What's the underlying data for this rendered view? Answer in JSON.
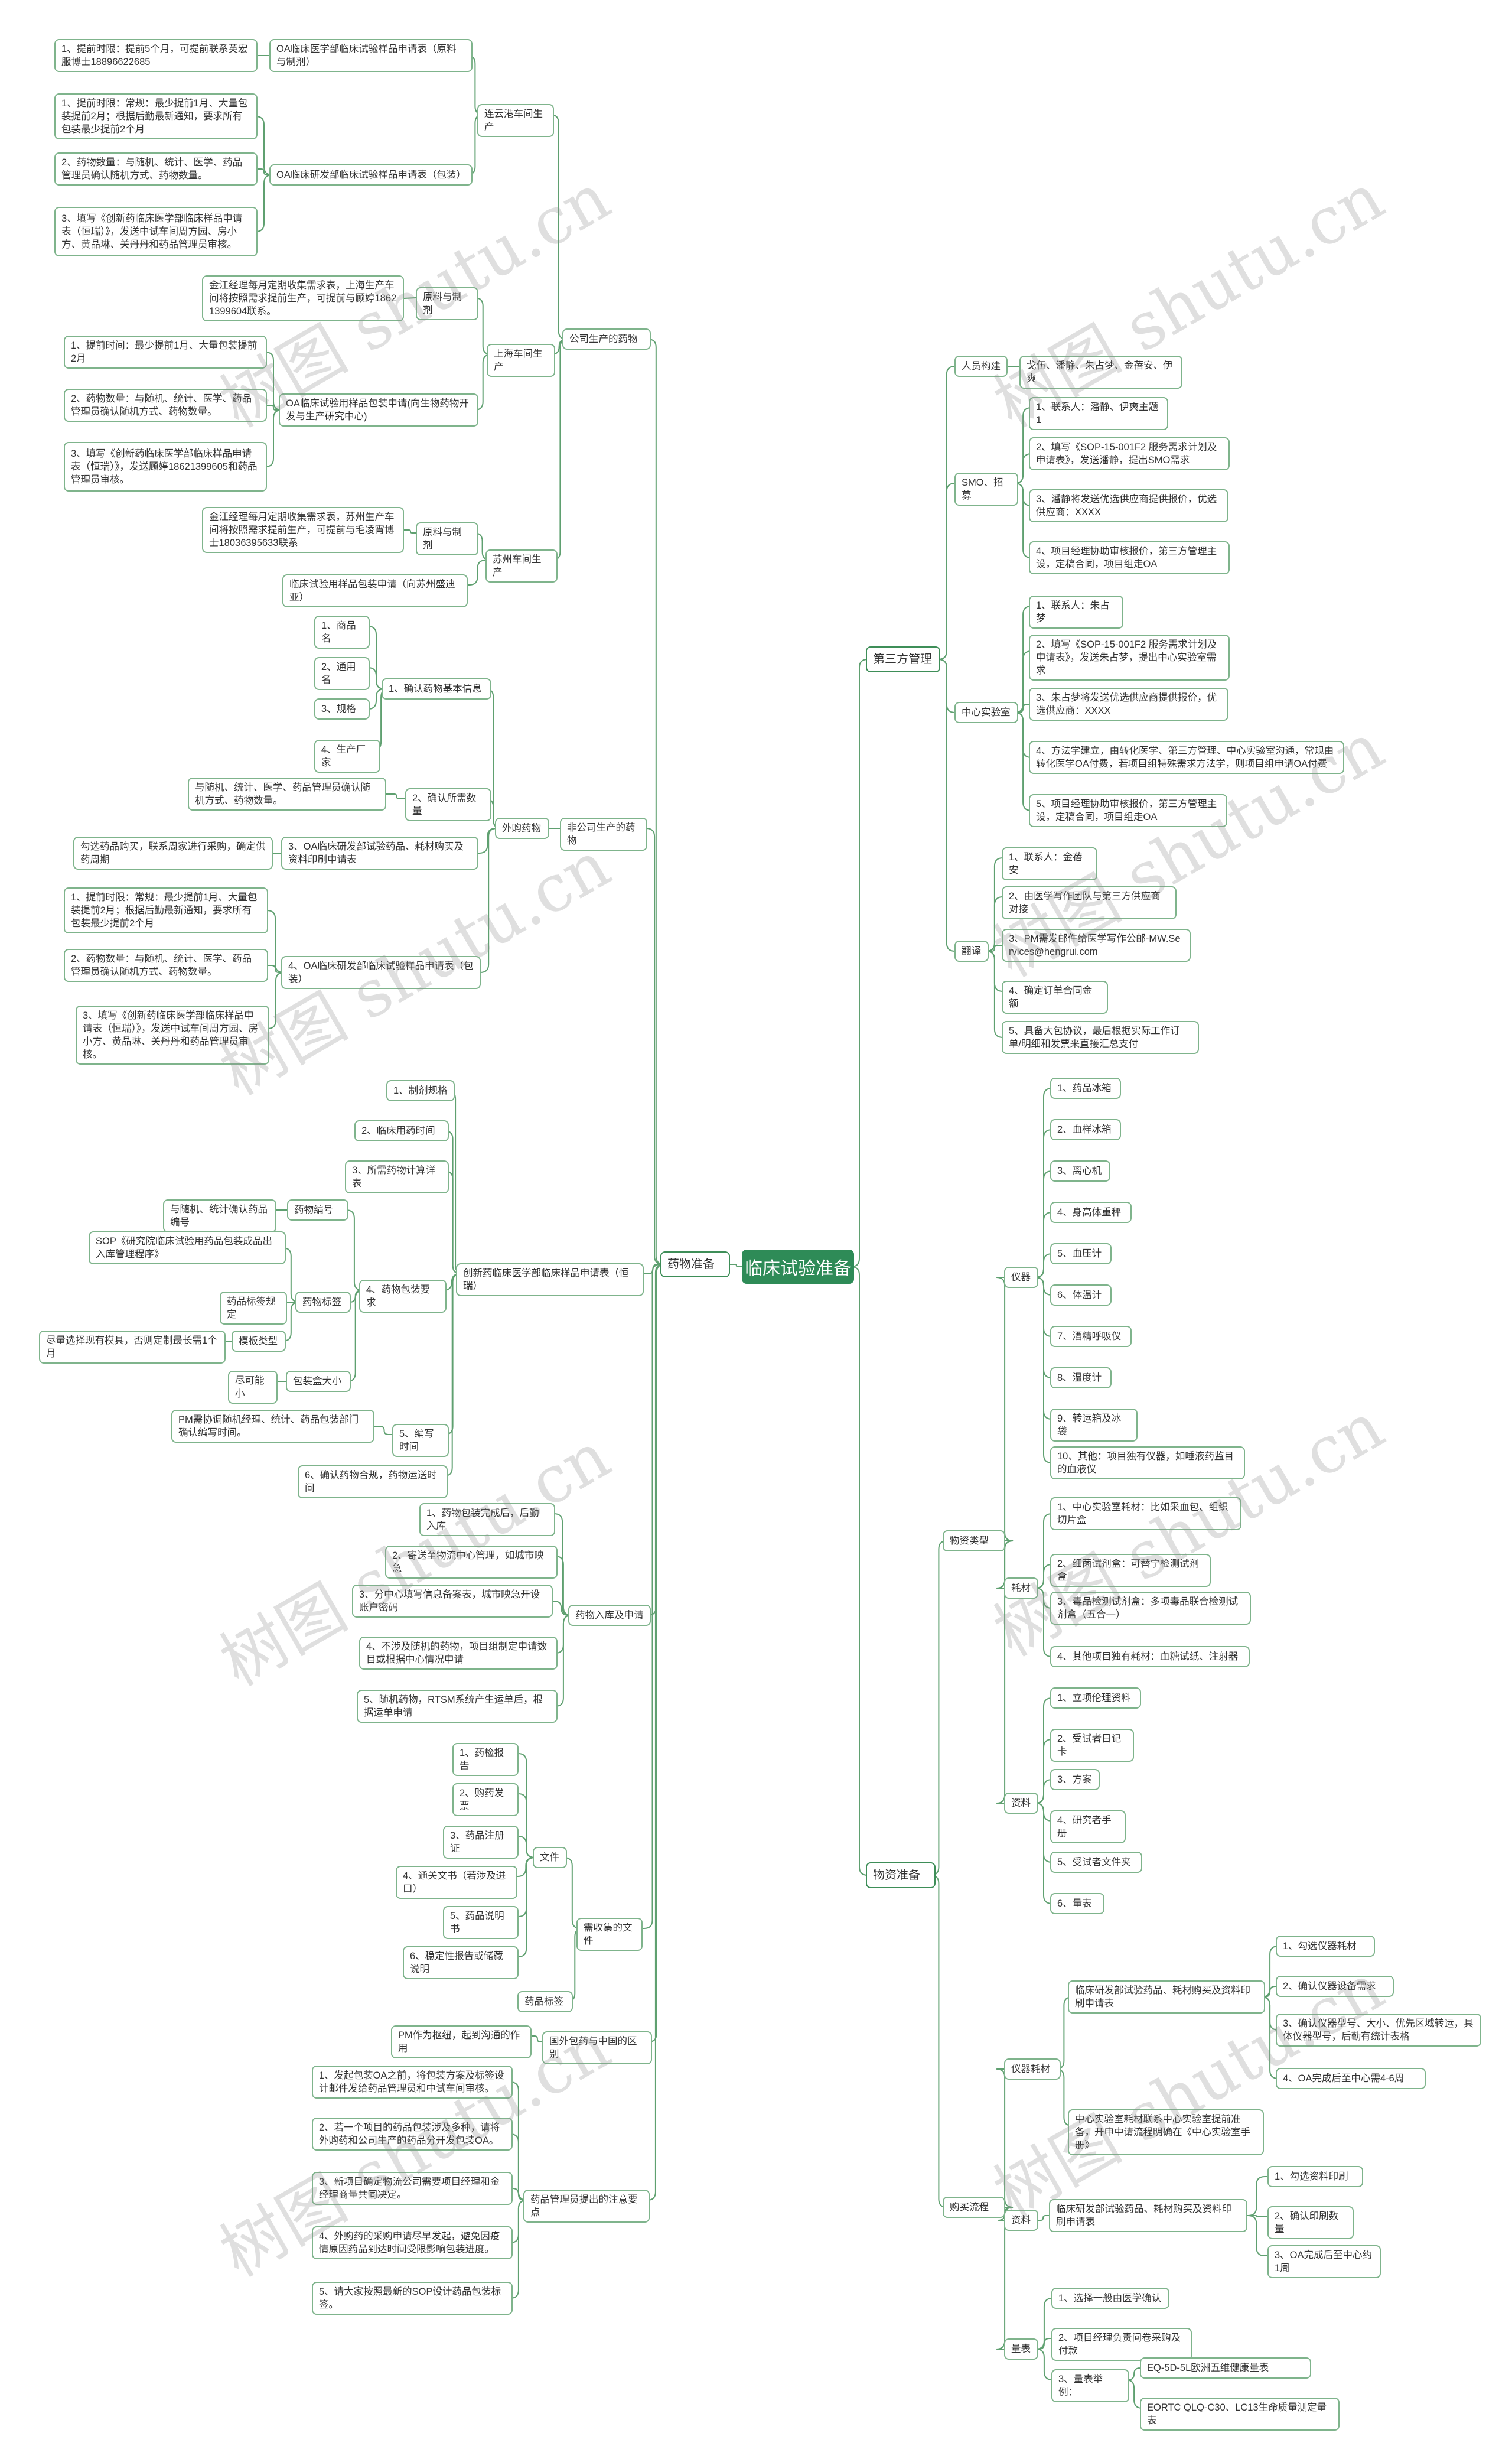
{
  "root": "临床试验准备",
  "watermark": "树图 shutu.cn",
  "nodes": [
    {
      "id": "wzzb",
      "text": "物资准备"
    },
    {
      "id": "dsf",
      "text": "第三方管理"
    },
    {
      "id": "ywzb",
      "text": "药物准备"
    },
    {
      "id": "rycg",
      "text": "人员构建"
    },
    {
      "id": "rycg_v",
      "text": "戈伍、潘静、朱占梦、金蓓安、伊爽"
    },
    {
      "id": "smo",
      "text": "SMO、招募"
    },
    {
      "id": "smo1",
      "text": "1、联系人：潘静、伊爽主题 1"
    },
    {
      "id": "smo2",
      "text": "2、填写《SOP-15-001F2 服务需求计划及申请表》，发送潘静，提出SMO需求"
    },
    {
      "id": "smo3",
      "text": "3、潘静将发送优选供应商提供报价，优选供应商：XXXX"
    },
    {
      "id": "smo4",
      "text": "4、项目经理协助审核报价，第三方管理主设，定稿合同，项目组走OA"
    },
    {
      "id": "zxsys",
      "text": "中心实验室"
    },
    {
      "id": "zx1",
      "text": "1、联系人：朱占梦"
    },
    {
      "id": "zx2",
      "text": "2、填写《SOP-15-001F2 服务需求计划及申请表》，发送朱占梦，提出中心实验室需求"
    },
    {
      "id": "zx3",
      "text": "3、朱占梦将发送优选供应商提供报价，优选供应商：XXXX"
    },
    {
      "id": "zx4",
      "text": "4、方法学建立，由转化医学、第三方管理、中心实验室沟通，常规由转化医学OA付费，若项目组特殊需求方法学，则项目组申请OA付费"
    },
    {
      "id": "zx5",
      "text": "5、项目经理协助审核报价，第三方管理主设，定稿合同，项目组走OA"
    },
    {
      "id": "fy",
      "text": "翻译"
    },
    {
      "id": "fy1",
      "text": "1、联系人：金蓓安"
    },
    {
      "id": "fy2",
      "text": "2、由医学写作团队与第三方供应商对接"
    },
    {
      "id": "fy3",
      "text": "3、PM需发邮件给医学写作公邮-MW.Services@hengrui.com"
    },
    {
      "id": "fy4",
      "text": "4、确定订单合同金额"
    },
    {
      "id": "fy5",
      "text": "5、具备大包协议，最后根据实际工作订单/明细和发票来直接汇总支付"
    },
    {
      "id": "wzlx",
      "text": "物资类型"
    },
    {
      "id": "yq",
      "text": "仪器"
    },
    {
      "id": "yq1",
      "text": "1、药品冰箱"
    },
    {
      "id": "yq2",
      "text": "2、血样冰箱"
    },
    {
      "id": "yq3",
      "text": "3、离心机"
    },
    {
      "id": "yq4",
      "text": "4、身高体重秤"
    },
    {
      "id": "yq5",
      "text": "5、血压计"
    },
    {
      "id": "yq6",
      "text": "6、体温计"
    },
    {
      "id": "yq7",
      "text": "7、酒精呼吸仪"
    },
    {
      "id": "yq8",
      "text": "8、温度计"
    },
    {
      "id": "yq9",
      "text": "9、转运箱及冰袋"
    },
    {
      "id": "yq10",
      "text": "10、其他：项目独有仪器，如唾液药监目的血液仪"
    },
    {
      "id": "hc",
      "text": "耗材"
    },
    {
      "id": "hc1",
      "text": "1、中心实验室耗材：比如采血包、组织切片盒"
    },
    {
      "id": "hc2",
      "text": "2、细菌试剂盒：可替宁检测试剂盒"
    },
    {
      "id": "hc3",
      "text": "3、毒品检测试剂盒：多项毒品联合检测试剂盒（五合一）"
    },
    {
      "id": "hc4",
      "text": "4、其他项目独有耗材：血糖试纸、注射器"
    },
    {
      "id": "zl",
      "text": "资料"
    },
    {
      "id": "zl1",
      "text": "1、立项伦理资料"
    },
    {
      "id": "zl2",
      "text": "2、受试者日记卡"
    },
    {
      "id": "zl3",
      "text": "3、方案"
    },
    {
      "id": "zl4",
      "text": "4、研究者手册"
    },
    {
      "id": "zl5",
      "text": "5、受试者文件夹"
    },
    {
      "id": "zl6",
      "text": "6、量表"
    },
    {
      "id": "cglc",
      "text": "购买流程"
    },
    {
      "id": "yqhc",
      "text": "仪器耗材"
    },
    {
      "id": "lcyf",
      "text": "临床研发部试验药品、耗材购买及资料印刷申请表"
    },
    {
      "id": "lcyf1",
      "text": "1、勾选仪器耗材"
    },
    {
      "id": "lcyf2",
      "text": "2、确认仪器设备需求"
    },
    {
      "id": "lcyf3",
      "text": "3、确认仪器型号、大小、优先区域转运，具体仪器型号，后勤有统计表格"
    },
    {
      "id": "lcyf4",
      "text": "4、OA完成后至中心需4-6周"
    },
    {
      "id": "zxsyshc",
      "text": "中心实验室耗材联系中心实验室提前准备，开申中请流程明确在《中心实验室手册》"
    },
    {
      "id": "zlcg",
      "text": "资料"
    },
    {
      "id": "zlsq",
      "text": "临床研发部试验药品、耗材购买及资料印刷申请表"
    },
    {
      "id": "zlsq1",
      "text": "1、勾选资料印刷"
    },
    {
      "id": "zlsq2",
      "text": "2、确认印刷数量"
    },
    {
      "id": "zlsq3",
      "text": "3、OA完成后至中心约1周"
    },
    {
      "id": "lb",
      "text": "量表"
    },
    {
      "id": "lb1",
      "text": "1、选择一般由医学确认"
    },
    {
      "id": "lb2",
      "text": "2、项目经理负责问卷采购及付款"
    },
    {
      "id": "lb3",
      "text": "3、量表举例："
    },
    {
      "id": "lb3a",
      "text": "EQ-5D-5L欧洲五维健康量表"
    },
    {
      "id": "lb3b",
      "text": "EORTC QLQ-C30、LC13生命质量测定量表"
    },
    {
      "id": "gssc",
      "text": "公司生产的药物"
    },
    {
      "id": "lygsc",
      "text": "连云港车间生产"
    },
    {
      "id": "oa_yp",
      "text": "OA临床医学部临床试验样品申请表（原料与制剂）"
    },
    {
      "id": "oa_yp1",
      "text": "1、提前时限：提前5个月，可提前联系英宏服博士18896622685"
    },
    {
      "id": "oa_bz",
      "text": "OA临床研发部临床试验样品申请表（包装）"
    },
    {
      "id": "oa_bz1",
      "text": "1、提前时限：常规：最少提前1月、大量包装提前2月；根据后勤最新通知，要求所有包装最少提前2个月"
    },
    {
      "id": "oa_bz2",
      "text": "2、药物数量：与随机、统计、医学、药品管理员确认随机方式、药物数量。"
    },
    {
      "id": "oa_bz3",
      "text": "3、填写《创新药临床医学部临床样品申请表（恒瑞）》，发送中试车间周方园、房小方、黄晶琳、关丹丹和药品管理员审核。"
    },
    {
      "id": "shsc",
      "text": "上海车间生产"
    },
    {
      "id": "ylyzj1",
      "text": "原料与制剂"
    },
    {
      "id": "ylyzj1_v",
      "text": "金江经理每月定期收集需求表，上海生产车间将按照需求提前生产，可提前与顾婷18621399604联系。"
    },
    {
      "id": "oa_sh",
      "text": "OA临床试验用样品包装申请(向生物药物开发与生产研究中心)"
    },
    {
      "id": "oa_sh1",
      "text": "1、提前时间：最少提前1月、大量包装提前2月"
    },
    {
      "id": "oa_sh2",
      "text": "2、药物数量：与随机、统计、医学、药品管理员确认随机方式、药物数量。"
    },
    {
      "id": "oa_sh3",
      "text": "3、填写《创新药临床医学部临床样品申请表（恒瑞）》，发送顾婷18621399605和药品管理员审核。"
    },
    {
      "id": "szsc",
      "text": "苏州车间生产"
    },
    {
      "id": "ylyzj2",
      "text": "原料与制剂"
    },
    {
      "id": "ylyzj2_v",
      "text": "金江经理每月定期收集需求表，苏州生产车间将按照需求提前生产，可提前与毛凌宵博士18036395633联系"
    },
    {
      "id": "lcbz_sz",
      "text": "临床试验用样品包装申请（向苏州盛迪亚）"
    },
    {
      "id": "fgssc",
      "text": "非公司生产的药物"
    },
    {
      "id": "wgyw",
      "text": "外购药物"
    },
    {
      "id": "qr1",
      "text": "1、确认药物基本信息"
    },
    {
      "id": "qr1a",
      "text": "1、商品名"
    },
    {
      "id": "qr1b",
      "text": "2、通用名"
    },
    {
      "id": "qr1c",
      "text": "3、规格"
    },
    {
      "id": "qr1d",
      "text": "4、生产厂家"
    },
    {
      "id": "qr2",
      "text": "2、确认所需数量"
    },
    {
      "id": "qr2v",
      "text": "与随机、统计、医学、药品管理员确认随机方式、药物数量。"
    },
    {
      "id": "qr3",
      "text": "3、OA临床研发部试验药品、耗材购买及资料印刷申请表"
    },
    {
      "id": "qr3v",
      "text": "勾选药品购买，联系周家进行采购，确定供药周期"
    },
    {
      "id": "qr4",
      "text": "4、OA临床研发部临床试验样品申请表（包装）"
    },
    {
      "id": "qr4a",
      "text": "1、提前时限：常规：最少提前1月、大量包装提前2月；根据后勤最新通知，要求所有包装最少提前2个月"
    },
    {
      "id": "qr4b",
      "text": "2、药物数量：与随机、统计、医学、药品管理员确认随机方式、药物数量。"
    },
    {
      "id": "qr4c",
      "text": "3、填写《创新药临床医学部临床样品申请表（恒瑞）》，发送中试车间周方园、房小方、黄晶琳、关丹丹和药品管理员审核。"
    },
    {
      "id": "cxy",
      "text": "创新药临床医学部临床样品申请表（恒瑞）"
    },
    {
      "id": "cxy1",
      "text": "1、制剂规格"
    },
    {
      "id": "cxy2",
      "text": "2、临床用药时间"
    },
    {
      "id": "cxy3",
      "text": "3、所需药物计算详表"
    },
    {
      "id": "cxy4",
      "text": "4、药物包装要求"
    },
    {
      "id": "ywbh",
      "text": "药物编号"
    },
    {
      "id": "ywbh_v",
      "text": "与随机、统计确认药品编号"
    },
    {
      "id": "ywbq",
      "text": "药物标签"
    },
    {
      "id": "ywbq_v1",
      "text": "SOP《研究院临床试验用药品包装成品出入库管理程序》"
    },
    {
      "id": "ywbq_v2",
      "text": "药品标签规定"
    },
    {
      "id": "mblx",
      "text": "模板类型"
    },
    {
      "id": "mblx_v",
      "text": "尽量选择现有模具，否则定制最长需1个月"
    },
    {
      "id": "bzhdx",
      "text": "包装盒大小"
    },
    {
      "id": "bzhdx_v",
      "text": "尽可能小"
    },
    {
      "id": "cxy5",
      "text": "5、编写时间"
    },
    {
      "id": "cxy5_v",
      "text": "PM需协调随机经理、统计、药品包装部门确认编写时间。"
    },
    {
      "id": "cxy6",
      "text": "6、确认药物合规，药物运送时间"
    },
    {
      "id": "rkps",
      "text": "药物入库及申请"
    },
    {
      "id": "rk1",
      "text": "1、药物包装完成后，后勤入库"
    },
    {
      "id": "rk2",
      "text": "2、寄送至物流中心管理，如城市映急"
    },
    {
      "id": "rk3",
      "text": "3、分中心填写信息备案表，城市映急开设账户密码"
    },
    {
      "id": "rk4",
      "text": "4、不涉及随机的药物，项目组制定申请数目或根据中心情况申请"
    },
    {
      "id": "rk5",
      "text": "5、随机药物，RTSM系统产生运单后，根据运单申请"
    },
    {
      "id": "xsjwj",
      "text": "需收集的文件"
    },
    {
      "id": "wj",
      "text": "文件"
    },
    {
      "id": "wj1",
      "text": "1、药检报告"
    },
    {
      "id": "wj2",
      "text": "2、购药发票"
    },
    {
      "id": "wj3",
      "text": "3、药品注册证"
    },
    {
      "id": "wj4",
      "text": "4、通关文书（若涉及进口）"
    },
    {
      "id": "wj5",
      "text": "5、药品说明书"
    },
    {
      "id": "wj6",
      "text": "6、稳定性报告或储藏说明"
    },
    {
      "id": "ypbq",
      "text": "药品标签"
    },
    {
      "id": "gwbz",
      "text": "国外包药与中国的区别"
    },
    {
      "id": "gwbz_v",
      "text": "PM作为枢纽，起到沟通的作用"
    },
    {
      "id": "ypgly",
      "text": "药品管理员提出的注意要点"
    },
    {
      "id": "gl1",
      "text": "1、发起包装OA之前，将包装方案及标签设计邮件发给药品管理员和中试车间审核。"
    },
    {
      "id": "gl2",
      "text": "2、若一个项目的药品包装涉及多种，请将外购药和公司生产的药品分开发包装OA。"
    },
    {
      "id": "gl3",
      "text": "3、新项目确定物流公司需要项目经理和金经理商量共同决定。"
    },
    {
      "id": "gl4",
      "text": "4、外购药的采购申请尽早发起，避免因疫情原因药品到达时间受限影响包装进度。"
    },
    {
      "id": "gl5",
      "text": "5、请大家按照最新的SOP设计药品包装标签。"
    }
  ]
}
